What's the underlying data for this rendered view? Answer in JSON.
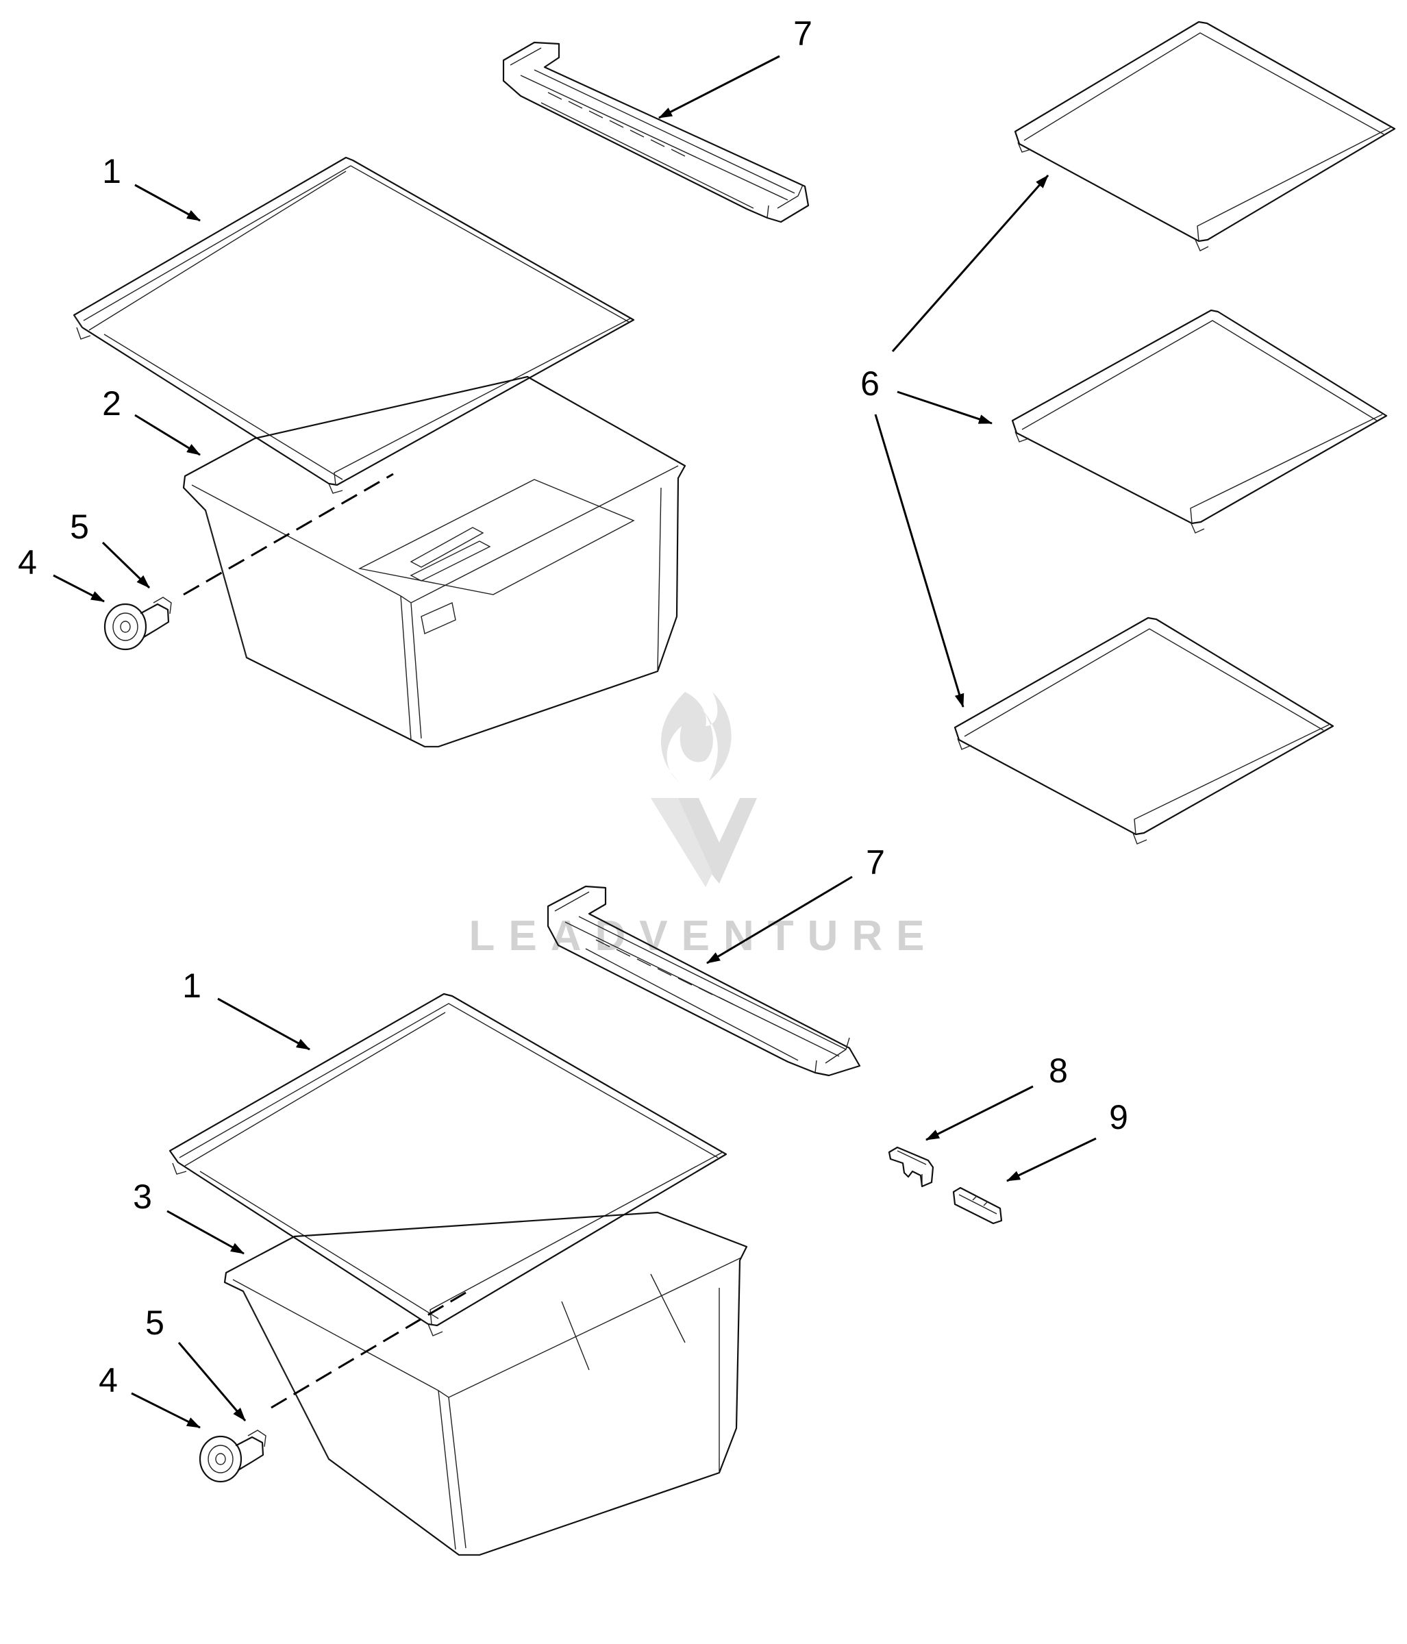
{
  "diagram": {
    "callouts": {
      "c1a": "1",
      "c2": "2",
      "c4a": "4",
      "c5a": "5",
      "c7a": "7",
      "c6": "6",
      "c7b": "7",
      "c1b": "1",
      "c3": "3",
      "c5b": "5",
      "c4b": "4",
      "c8": "8",
      "c9": "9"
    },
    "watermark": {
      "text": "LEADVENTURE"
    }
  }
}
